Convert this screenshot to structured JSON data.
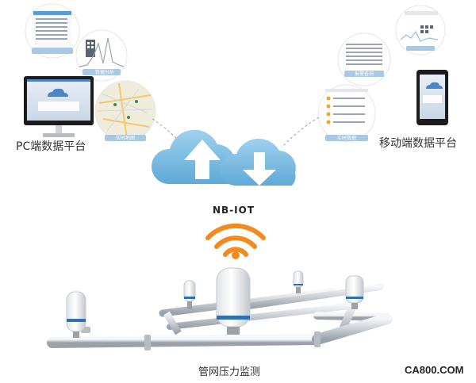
{
  "labels": {
    "pc_platform": "PC端数据平台",
    "mobile_platform": "移动端数据平台",
    "network": "NB-IOT",
    "pipeline": "管网压力监测"
  },
  "bubbles": {
    "left_1": "",
    "left_2": "数据分析",
    "left_3": "实时地图",
    "right_1": "报警查询",
    "right_2": "",
    "right_3": "实时数据"
  },
  "watermark": "CA800.COM",
  "colors": {
    "cloud": "#7fbee3",
    "wifi": "#f28a1e",
    "pipe": "#cfd3d8",
    "sensor_band": "#2f6fb2",
    "screen": "#1c1c1c"
  }
}
